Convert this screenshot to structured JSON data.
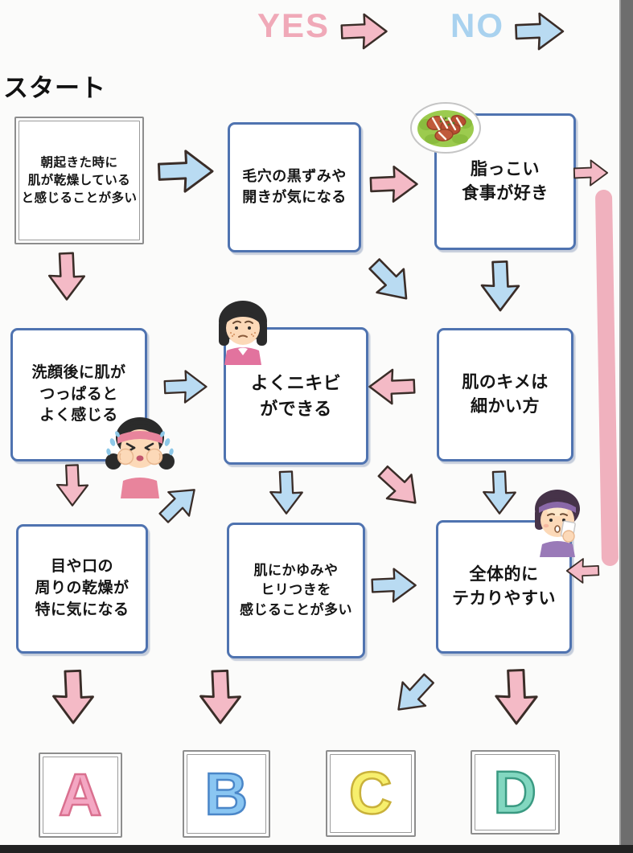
{
  "legend": {
    "yes_label": "YES",
    "no_label": "NO",
    "yes_color": "#f0a9b8",
    "no_color": "#a9d2ef",
    "yes_arrow_fill": "#f4bac6",
    "no_arrow_fill": "#b9dbf2"
  },
  "start_label": "スタート",
  "questions": {
    "q1": {
      "lines": [
        "朝起きた時に",
        "肌が乾燥している",
        "と感じることが多い"
      ]
    },
    "q2": {
      "lines": [
        "毛穴の黒ずみや",
        "開きが気になる"
      ]
    },
    "q3": {
      "lines": [
        "脂っこい",
        "食事が好き"
      ]
    },
    "q4": {
      "lines": [
        "洗顔後に肌が",
        "つっぱると",
        "よく感じる"
      ]
    },
    "q5": {
      "lines": [
        "よくニキビ",
        "ができる"
      ]
    },
    "q6": {
      "lines": [
        "肌のキメは",
        "細かい方"
      ]
    },
    "q7": {
      "lines": [
        "目や口の",
        "周りの乾燥が",
        "特に気になる"
      ]
    },
    "q8": {
      "lines": [
        "肌にかゆみや",
        "ヒリつきを",
        "感じることが多い"
      ]
    },
    "q9": {
      "lines": [
        "全体的に",
        "テカりやすい"
      ]
    }
  },
  "results": {
    "a": {
      "label": "A",
      "color": "#f4a7c3"
    },
    "b": {
      "label": "B",
      "color": "#8ac6f2"
    },
    "c": {
      "label": "C",
      "color": "#f7ef6d"
    },
    "d": {
      "label": "D",
      "color": "#82d7c0"
    }
  }
}
